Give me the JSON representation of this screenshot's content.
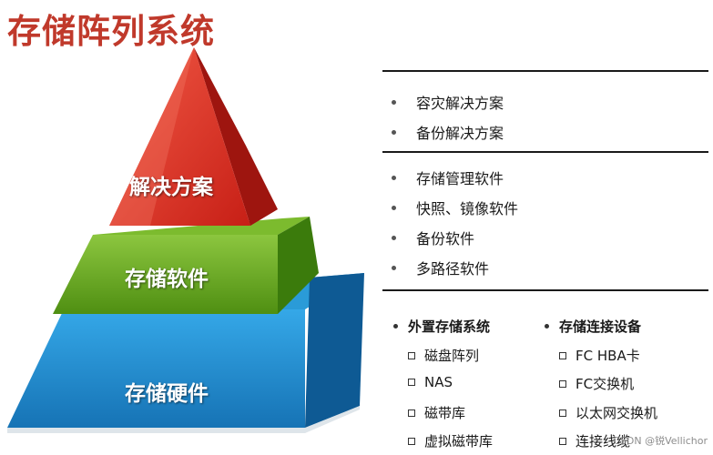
{
  "title": "存储阵列系统",
  "pyramid": {
    "top": "解决方案",
    "middle": "存储软件",
    "bottom": "存储硬件"
  },
  "solutions": [
    "容灾解决方案",
    "备份解决方案"
  ],
  "software": [
    "存储管理软件",
    "快照、镜像软件",
    "备份软件",
    "多路径软件"
  ],
  "hardware": {
    "external_storage": {
      "title": "外置存储系统",
      "items": [
        "磁盘阵列",
        "NAS",
        "磁带库",
        "虚拟磁带库"
      ]
    },
    "connection_devices": {
      "title": "存储连接设备",
      "items": [
        "FC HBA卡",
        "FC交换机",
        "以太网交换机",
        "连接线缆"
      ]
    }
  },
  "watermark": "CSDN @锐Vellichor",
  "colors": {
    "title": "#c0392b",
    "pyramid_top": "#e43a2b",
    "pyramid_middle": "#6aab1e",
    "pyramid_bottom": "#1e8fcf"
  }
}
